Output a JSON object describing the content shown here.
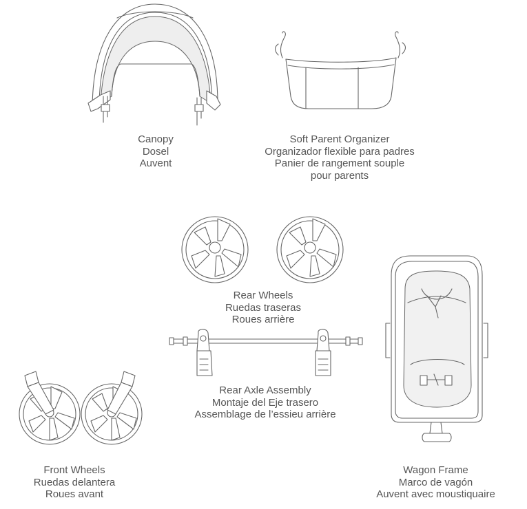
{
  "parts": {
    "canopy": {
      "en": "Canopy",
      "es": "Dosel",
      "fr": "Auvent"
    },
    "organizer": {
      "en": "Soft Parent Organizer",
      "es": "Organizador flexible para padres",
      "fr": "Panier de rangement souple",
      "fr2": "pour parents"
    },
    "rear_wheels": {
      "en": "Rear Wheels",
      "es": "Ruedas traseras",
      "fr": "Roues arrière"
    },
    "rear_axle": {
      "en": "Rear Axle Assembly",
      "es": "Montaje del Eje trasero",
      "fr": "Assemblage de l’essieu arrière"
    },
    "front_wheels": {
      "en": "Front Wheels",
      "es": "Ruedas delantera",
      "fr": "Roues avant"
    },
    "wagon_frame": {
      "en": "Wagon Frame",
      "es": "Marco de vagón",
      "fr": "Auvent avec moustiquaire"
    }
  },
  "icons": [
    "canopy-icon",
    "organizer-icon",
    "rear-wheel-icon",
    "rear-axle-icon",
    "front-wheel-icon",
    "wagon-frame-icon"
  ],
  "line_color": "#666666",
  "text_color": "#555555"
}
